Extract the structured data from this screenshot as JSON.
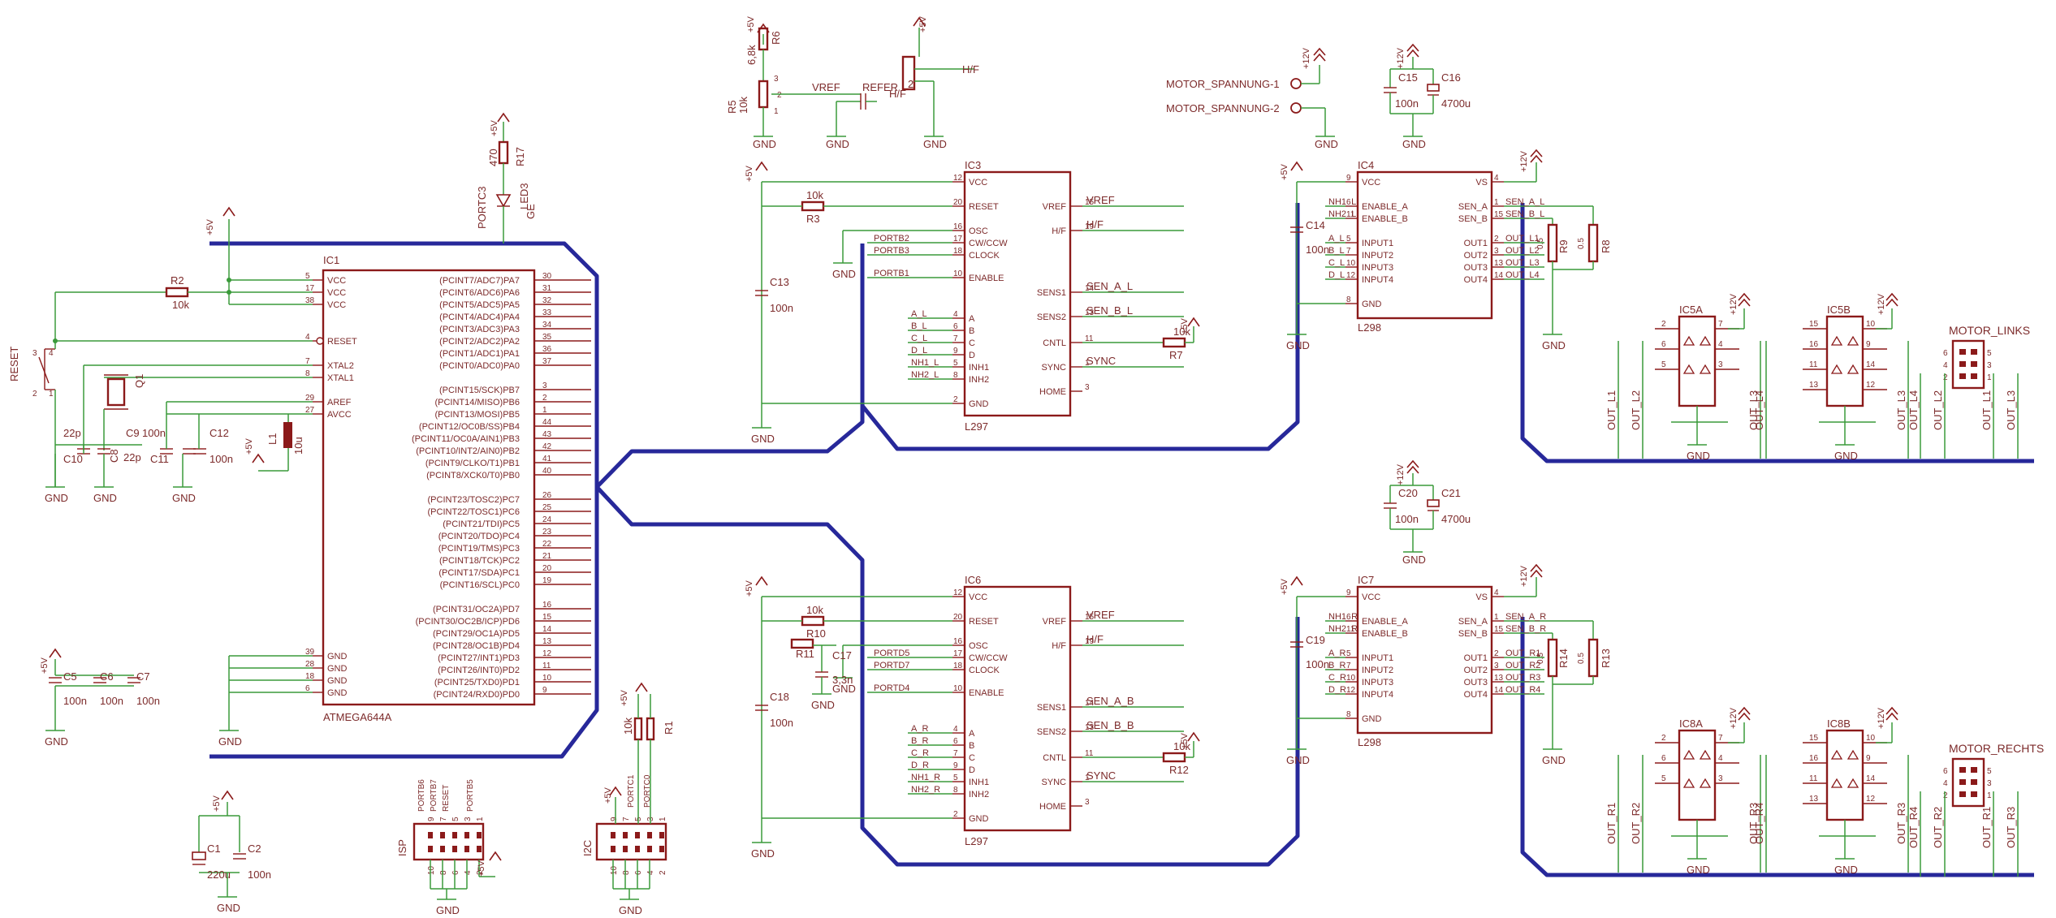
{
  "ic1": {
    "ref": "IC1",
    "value": "ATMEGA644A",
    "left_pins": [
      "VCC",
      "VCC",
      "VCC",
      "RESET",
      "XTAL2",
      "XTAL1",
      "AREF",
      "AVCC",
      "GND",
      "GND",
      "GND",
      "GND"
    ],
    "left_nums": [
      "5",
      "17",
      "38",
      "4",
      "7",
      "8",
      "29",
      "27",
      "39",
      "28",
      "18",
      "6"
    ],
    "right_pins": [
      "(PCINT7/ADC7)PA7",
      "(PCINT6/ADC6)PA6",
      "(PCINT5/ADC5)PA5",
      "(PCINT4/ADC4)PA4",
      "(PCINT3/ADC3)PA3",
      "(PCINT2/ADC2)PA2",
      "(PCINT1/ADC1)PA1",
      "(PCINT0/ADC0)PA0",
      "(PCINT15/SCK)PB7",
      "(PCINT14/MISO)PB6",
      "(PCINT13/MOSI)PB5",
      "(PCINT12/OC0B/SS)PB4",
      "(PCINT11/OC0A/AIN1)PB3",
      "(PCINT10/INT2/AIN0)PB2",
      "(PCINT9/CLKO/T1)PB1",
      "(PCINT8/XCK0/T0)PB0",
      "(PCINT23/TOSC2)PC7",
      "(PCINT22/TOSC1)PC6",
      "(PCINT21/TDI)PC5",
      "(PCINT20/TDO)PC4",
      "(PCINT19/TMS)PC3",
      "(PCINT18/TCK)PC2",
      "(PCINT17/SDA)PC1",
      "(PCINT16/SCL)PC0",
      "(PCINT31/OC2A)PD7",
      "(PCINT30/OC2B/ICP)PD6",
      "(PCINT29/OC1A)PD5",
      "(PCINT28/OC1B)PD4",
      "(PCINT27/INT1)PD3",
      "(PCINT26/INT0)PD2",
      "(PCINT25/TXD0)PD1",
      "(PCINT24/RXD0)PD0"
    ],
    "right_nums": [
      "30",
      "31",
      "32",
      "33",
      "34",
      "35",
      "36",
      "37",
      "3",
      "2",
      "1",
      "44",
      "43",
      "42",
      "41",
      "40",
      "26",
      "25",
      "24",
      "23",
      "22",
      "21",
      "20",
      "19",
      "16",
      "15",
      "14",
      "13",
      "12",
      "11",
      "10",
      "9"
    ]
  },
  "l297": {
    "value": "L297",
    "left_pins": [
      "VCC",
      "RESET",
      "OSC",
      "CW/CCW",
      "CLOCK",
      "ENABLE",
      "A",
      "B",
      "C",
      "D",
      "INH1",
      "INH2",
      "GND"
    ],
    "left_nums": [
      "12",
      "20",
      "16",
      "17",
      "18",
      "10",
      "4",
      "6",
      "7",
      "9",
      "5",
      "8",
      "2"
    ],
    "right_pins": [
      "VREF",
      "H/F",
      "SENS1",
      "SENS2",
      "CNTL",
      "SYNC",
      "HOME"
    ],
    "right_nums": [
      "15",
      "19",
      "14",
      "13",
      "11",
      "1",
      "3"
    ]
  },
  "l298": {
    "value": "L298",
    "left_pins": [
      "VCC",
      "ENABLE_A",
      "ENABLE_B",
      "INPUT1",
      "INPUT2",
      "INPUT3",
      "INPUT4",
      "GND"
    ],
    "left_nums": [
      "9",
      "6",
      "11",
      "5",
      "7",
      "10",
      "12",
      "8"
    ],
    "right_pins": [
      "VS",
      "SEN_A",
      "SEN_B",
      "OUT1",
      "OUT2",
      "OUT3",
      "OUT4"
    ],
    "right_nums": [
      "4",
      "1",
      "15",
      "2",
      "3",
      "13",
      "14"
    ]
  },
  "ic3": {
    "ref": "IC3",
    "osc_ref": "R3",
    "osc_value": "10k",
    "cap_ref": "C13",
    "cap_value": "100n",
    "in_nets": [
      "PORTB2",
      "PORTB3",
      "PORTB1"
    ],
    "phase_nets": [
      "A_L",
      "B_L",
      "C_L",
      "D_L",
      "NH1_L",
      "NH2_L"
    ],
    "out_nets": [
      "VREF",
      "H/F",
      "SEN_A_L",
      "SEN_B_L",
      "SYNC"
    ],
    "cntl_ref": "R7",
    "cntl_value": "10k"
  },
  "ic6": {
    "ref": "IC6",
    "osc_ref": "R10",
    "osc_value": "10k",
    "r2_ref": "R11",
    "c_ref": "C17",
    "c_value": "3,3n",
    "cap_ref": "C18",
    "cap_value": "100n",
    "in_nets": [
      "PORTD5",
      "PORTD7",
      "PORTD4"
    ],
    "phase_nets": [
      "A_R",
      "B_R",
      "C_R",
      "D_R",
      "NH1_R",
      "NH2_R"
    ],
    "out_nets": [
      "VREF",
      "H/F",
      "SEN_A_B",
      "SEN_B_B",
      "SYNC"
    ],
    "cntl_ref": "R12",
    "cntl_value": "10k"
  },
  "ic4": {
    "ref": "IC4",
    "cap_ref": "C14",
    "cap_value": "100n",
    "in_nets": [
      "NH1_L",
      "NH2_L",
      "A_L",
      "B_L",
      "C_L",
      "D_L"
    ],
    "out_nets": [
      "SEN_A_L",
      "SEN_B_L",
      "OUT_L1",
      "OUT_L2",
      "OUT_L3",
      "OUT_L4"
    ],
    "sense": [
      {
        "ref": "R9",
        "value": "0.5"
      },
      {
        "ref": "R8",
        "value": "0.5"
      }
    ]
  },
  "ic7": {
    "ref": "IC7",
    "cap_ref": "C19",
    "cap_value": "100n",
    "in_nets": [
      "NH1_R",
      "NH2_R",
      "A_R",
      "B_R",
      "C_R",
      "D_R"
    ],
    "out_nets": [
      "SEN_A_R",
      "SEN_B_R",
      "OUT_R1",
      "OUT_R2",
      "OUT_R3",
      "OUT_R4"
    ],
    "sense": [
      {
        "ref": "R14",
        "value": "0.5"
      },
      {
        "ref": "R13",
        "value": "0.5"
      }
    ]
  },
  "diodes": {
    "ic5a": {
      "ref": "IC5A",
      "nets": [
        "OUT_L1",
        "OUT_L2",
        "OUT_L3"
      ],
      "pins": [
        "2",
        "7",
        "6",
        "4",
        "5",
        "3"
      ]
    },
    "ic5b": {
      "ref": "IC5B",
      "nets": [
        "OUT_L4",
        "OUT_L3"
      ],
      "pins": [
        "15",
        "10",
        "16",
        "9",
        "11",
        "14",
        "13",
        "12"
      ]
    },
    "ic8a": {
      "ref": "IC8A",
      "nets": [
        "OUT_R1",
        "OUT_R2",
        "OUT_R3"
      ],
      "pins": [
        "2",
        "7",
        "6",
        "4",
        "5",
        "3"
      ]
    },
    "ic8b": {
      "ref": "IC8B",
      "nets": [
        "OUT_R4",
        "OUT_R3"
      ],
      "pins": [
        "15",
        "10",
        "16",
        "9",
        "11",
        "14",
        "13",
        "12"
      ]
    }
  },
  "motors": {
    "links": {
      "label": "MOTOR_LINKS",
      "nets": [
        "OUT_L4",
        "OUT_L2",
        "OUT_L1",
        "OUT_L3"
      ],
      "pins": [
        "6",
        "5",
        "4",
        "3",
        "2",
        "1"
      ]
    },
    "rechts": {
      "label": "MOTOR_RECHTS",
      "nets": [
        "OUT_R4",
        "OUT_R2",
        "OUT_R1",
        "OUT_R3"
      ],
      "pins": [
        "6",
        "5",
        "4",
        "3",
        "2",
        "1"
      ]
    }
  },
  "motor_supply": {
    "nets": [
      "MOTOR_SPANNUNG-1",
      "MOTOR_SPANNUNG-2"
    ]
  },
  "caps": {
    "c15": {
      "ref": "C15",
      "value": "100n"
    },
    "c16": {
      "ref": "C16",
      "value": "4700u"
    },
    "c20": {
      "ref": "C20",
      "value": "100n"
    },
    "c21": {
      "ref": "C21",
      "value": "4700u"
    },
    "c10": {
      "ref": "C10",
      "value": "22p"
    },
    "c8": {
      "ref": "C8",
      "value": "22p"
    },
    "c9": {
      "ref": "C9",
      "value": "100n"
    },
    "c11": {
      "ref": "C11",
      "value": "C11"
    },
    "c12": {
      "ref": "C12",
      "value": "100n"
    },
    "c5": {
      "ref": "C5",
      "value": "100n"
    },
    "c6": {
      "ref": "C6",
      "value": "100n"
    },
    "c7": {
      "ref": "C7",
      "value": "100n"
    },
    "c1": {
      "ref": "C1",
      "value": "220u"
    },
    "c2": {
      "ref": "C2",
      "value": "100n"
    }
  },
  "l1": {
    "ref": "L1",
    "value": "10u"
  },
  "q1": {
    "ref": "Q1"
  },
  "r2": {
    "ref": "R2",
    "value": "10k"
  },
  "reset": {
    "label": "RESET",
    "pins": [
      "3",
      "4",
      "2",
      "1"
    ]
  },
  "led": {
    "res_ref": "R17",
    "res_value": "470",
    "led_ref": "LED3",
    "led_color": "GE",
    "net": "PORTC3"
  },
  "vref": {
    "r6_ref": "R6",
    "r6_value": "6,8k",
    "r5_ref": "R5",
    "r5_value": "10k",
    "net": "VREF",
    "pins": [
      "3",
      "2",
      "1"
    ]
  },
  "hf": {
    "net": "H/F",
    "part": "REFER",
    "pin": "2"
  },
  "isp": {
    "ref": "ISP",
    "nets": [
      "PORTB6",
      "PORTB7",
      "RESET",
      "PORTB5"
    ],
    "top_pins": [
      "9",
      "7",
      "5",
      "3",
      "1"
    ],
    "bot_pins": [
      "10",
      "8",
      "6",
      "4",
      "2"
    ]
  },
  "i2c": {
    "ref": "I2C",
    "nets": [
      "PORTC1",
      "PORTC0"
    ],
    "r_ref": "R1",
    "r_value": "10k",
    "top_pins": [
      "9",
      "7",
      "5",
      "3",
      "1"
    ],
    "bot_pins": [
      "10",
      "8",
      "6",
      "4",
      "2"
    ]
  },
  "power": {
    "p5v": "+5V",
    "p12v": "+12V",
    "gnd": "GND"
  }
}
